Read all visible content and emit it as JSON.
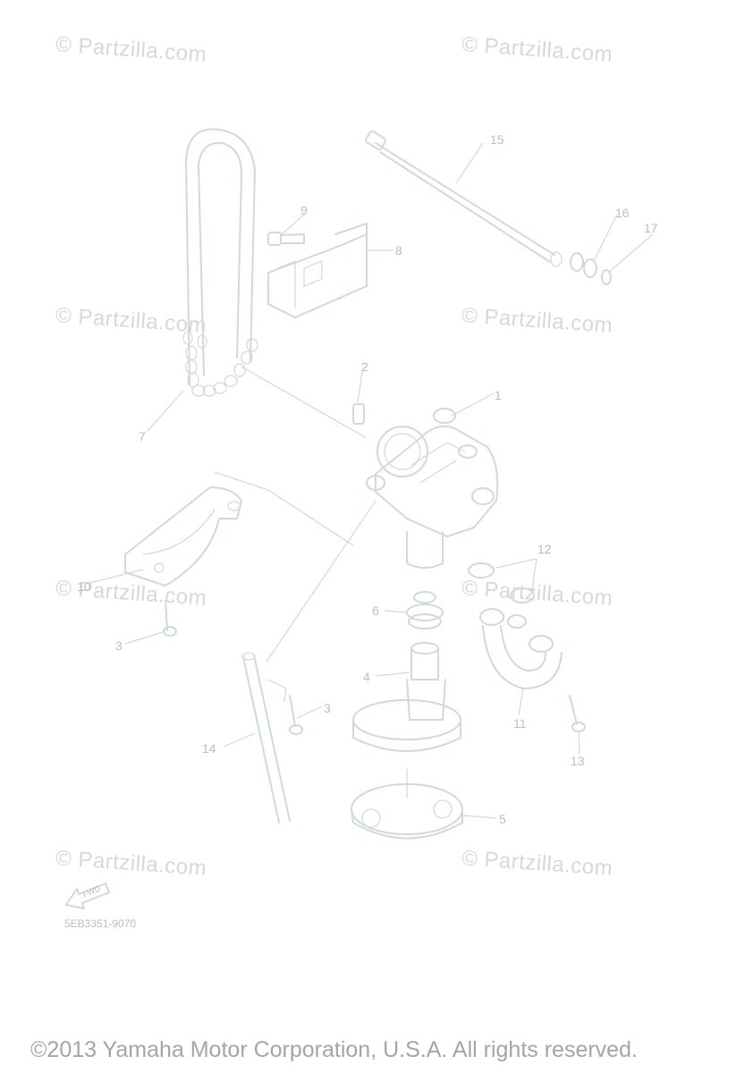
{
  "watermark": "© Partzilla.com",
  "callouts": {
    "c1": "1",
    "c2": "2",
    "c3a": "3",
    "c3b": "3",
    "c4": "4",
    "c5": "5",
    "c6": "6",
    "c7": "7",
    "c8": "8",
    "c9": "9",
    "c10": "10",
    "c11": "11",
    "c12": "12",
    "c13": "13",
    "c14": "14",
    "c15": "15",
    "c16": "16",
    "c17": "17"
  },
  "fwd_label": "FWD",
  "diagram_code": "5EB3351-9070",
  "copyright": "©2013 Yamaha Motor Corporation, U.S.A. All rights reserved.",
  "colors": {
    "line_art": "#cfdcd0",
    "watermark": "#d6d9d6",
    "callout_text": "#b8c2b8",
    "copyright_text": "#a5a5a5"
  }
}
